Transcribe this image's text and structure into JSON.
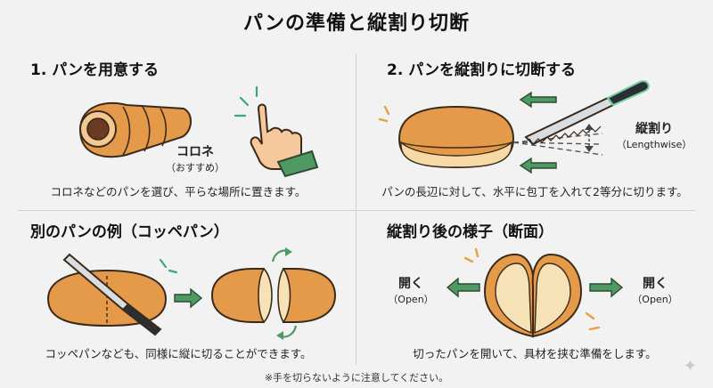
{
  "title": "パンの準備と縦割り切断",
  "panels": [
    {
      "heading": "1. パンを用意する",
      "caption": "コロネなどのパンを選び、平らな場所に置きます。",
      "label_main": "コロネ",
      "label_sub": "（おすすめ）"
    },
    {
      "heading": "2. パンを縦割りに切断する",
      "caption": "パンの長辺に対して、水平に包丁を入れて2等分に切ります。",
      "label_main": "縦割り",
      "label_sub": "（Lengthwise）"
    },
    {
      "heading": "別のパンの例（コッペパン）",
      "caption": "コッペパンなども、同様に縦に切ることができます。"
    },
    {
      "heading": "縦割り後の様子（断面）",
      "caption": "切ったパンを開いて、具材を挟む準備をします。",
      "left_label": "開く",
      "left_sub": "（Open）",
      "right_label": "開く",
      "right_sub": "（Open）"
    }
  ],
  "note": "※手を切らないように注意してください。",
  "colors": {
    "bread": "#e59a4a",
    "bread_dark": "#b8692a",
    "crumb": "#f7e2b8",
    "chocolate": "#6b3a22",
    "accent_green": "#4f9a62",
    "skin": "#f6c89b",
    "knife_blade": "#d9dde0",
    "knife_handle": "#2b2f33",
    "spark": "#e7a23a",
    "glow": "#6ecf9a"
  },
  "icons": [
    "pointing-hand-icon",
    "knife-icon",
    "arrow-left-icon",
    "arrow-right-icon",
    "rotate-arrow-icon",
    "sparkle-icon"
  ]
}
